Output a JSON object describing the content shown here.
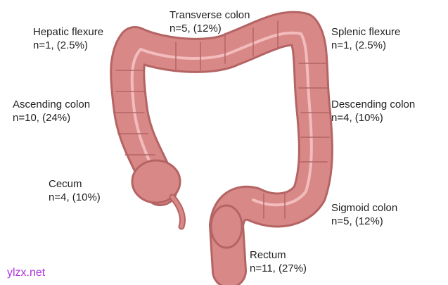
{
  "title": "Colon segment distribution",
  "segments": [
    {
      "name": "Transverse colon",
      "stat": "n=5, (12%)"
    },
    {
      "name": "Hepatic flexure",
      "stat": "n=1, (2.5%)"
    },
    {
      "name": "Splenic flexure",
      "stat": "n=1, (2.5%)"
    },
    {
      "name": "Ascending colon",
      "stat": "n=10, (24%)"
    },
    {
      "name": "Descending colon",
      "stat": "n=4, (10%)"
    },
    {
      "name": "Cecum",
      "stat": "n=4, (10%)"
    },
    {
      "name": "Sigmoid colon",
      "stat": "n=5, (12%)"
    },
    {
      "name": "Rectum",
      "stat": "n=11, (27%)"
    }
  ],
  "watermark": "ylzx.net",
  "colors": {
    "tissue": "#d98888",
    "outline": "#b56464",
    "highlight": "#f2bcbc",
    "watermark": "#b033e0"
  }
}
